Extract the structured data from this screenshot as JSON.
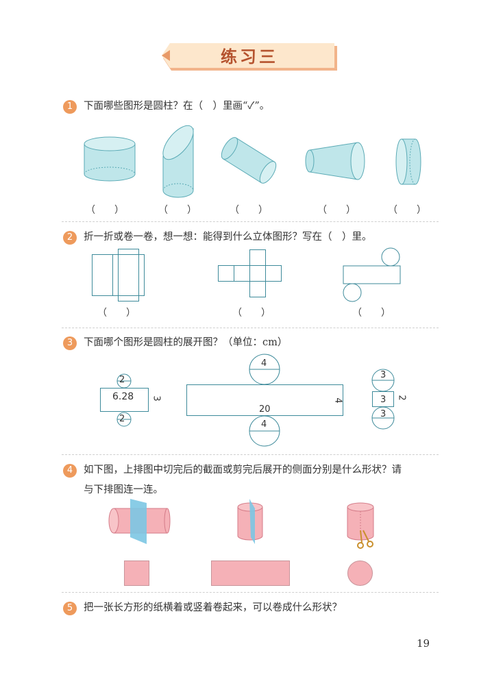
{
  "header": {
    "title": "练习三",
    "colors": {
      "banner_fill": "#fde7cc",
      "banner_shadow": "#f2b48a",
      "title": "#b5532e"
    }
  },
  "questions": [
    {
      "number": "1",
      "text": "下面哪些图形是圆柱？在（　）里画“✓”。",
      "figures": [
        "straight cylinder",
        "cylinder with slanted top",
        "tilted cylinder",
        "truncated cone (frustum)",
        "short cylinder on side"
      ],
      "answer_blanks": [
        "（　　）",
        "（　　）",
        "（　　）",
        "（　　）",
        "（　　）"
      ]
    },
    {
      "number": "2",
      "text": "折一折或卷一卷，想一想：能得到什么立体图形？写在（　）里。",
      "figures": [
        "net of rectangular prism",
        "net of cube",
        "net of cylinder"
      ],
      "answer_blanks": [
        "（　　）",
        "（　　）",
        "（　　）"
      ]
    },
    {
      "number": "3",
      "text": "下面哪个图形是圆柱的展开图？（单位：cm）",
      "nets": [
        {
          "circle_diameter_top": "2",
          "rect_length": "6.28",
          "rect_height": "3",
          "circle_diameter_bottom": "2"
        },
        {
          "circle_diameter_top": "4",
          "rect_length": "20",
          "rect_height": "4",
          "circle_diameter_bottom": "4"
        },
        {
          "circle_diameter_top": "3",
          "rect_length": "3",
          "rect_height": "2",
          "circle_diameter_bottom": "3"
        }
      ]
    },
    {
      "number": "4",
      "text_line1": "如下图，上排图中切完后的截面或剪完后展开的侧面分别是什么形状？请",
      "text_line2": "与下排图连一连。",
      "top_row": [
        "horizontal cylinder cut by plane",
        "vertical cylinder cut lengthwise",
        "cylinder cut with scissors"
      ],
      "bottom_row": [
        "square",
        "rectangle",
        "circle"
      ]
    },
    {
      "number": "5",
      "text": "把一张长方形的纸横着或竖着卷起来，可以卷成什么形状？"
    }
  ],
  "page_number": "19",
  "colors": {
    "accent": "#ee9a5c",
    "cyan_fill": "#bfe6ea",
    "cyan_stroke": "#5aaab5",
    "net_stroke": "#3d8a9a",
    "pink_fill": "#f5b1b7",
    "blue_plane": "#7cc6e3"
  }
}
